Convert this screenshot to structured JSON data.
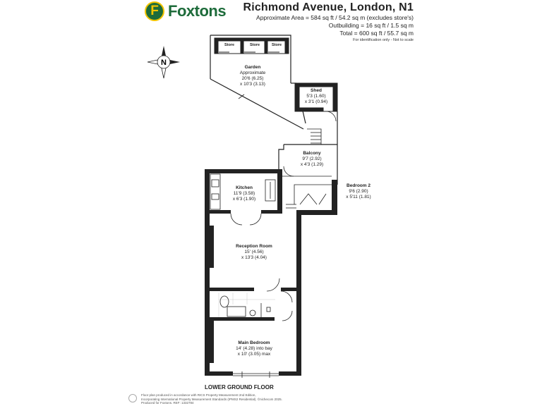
{
  "brand": {
    "logo_letter": "F",
    "name": "Foxtons",
    "green": "#1d6b3a",
    "yellow": "#f2c400"
  },
  "header": {
    "title": "Richmond Avenue, London, N1",
    "approx_area": "Approximate Area = 584 sq ft / 54.2 sq m (excludes store's)",
    "outbuilding": "Outbuilding = 16 sq ft / 1.5 sq m",
    "total": "Total = 600 sq ft / 55.7 sq m",
    "note": "For identification only - Not to scale"
  },
  "compass": {
    "letter": "N",
    "icon": "compass-rose-icon"
  },
  "rooms": {
    "garden": {
      "name": "Garden",
      "l1": "Approximate",
      "l2": "20'6 (6.25)",
      "l3": "x 10'3 (3.13)"
    },
    "shed": {
      "name": "Shed",
      "l1": "5'3 (1.60)",
      "l2": "x 3'1 (0.94)"
    },
    "balcony": {
      "name": "Balcony",
      "l1": "9'7 (2.92)",
      "l2": "x 4'3 (1.29)"
    },
    "bedroom2": {
      "name": "Bedroom 2",
      "l1": "9'6 (2.90)",
      "l2": "x 5'11 (1.81)"
    },
    "kitchen": {
      "name": "Kitchen",
      "l1": "11'9 (3.58)",
      "l2": "x 6'3 (1.90)"
    },
    "reception": {
      "name": "Reception Room",
      "l1": "15' (4.56)",
      "l2": "x 13'3 (4.04)"
    },
    "main_bedroom": {
      "name": "Main Bedroom",
      "l1": "14' (4.28) into bay",
      "l2": "x 10' (3.05) max"
    }
  },
  "stores": [
    "Store",
    "Store",
    "Store"
  ],
  "floor_label": "LOWER GROUND FLOOR",
  "footer": {
    "line1": "Floor plan produced in accordance with RICS Property Measurement 2nd Edition,",
    "line2": "Incorporating International Property Measurement Standards (IPMS2 Residential). ©nichecom 2025.",
    "line3": "Produced for Foxtons.   REF: 1332784"
  }
}
